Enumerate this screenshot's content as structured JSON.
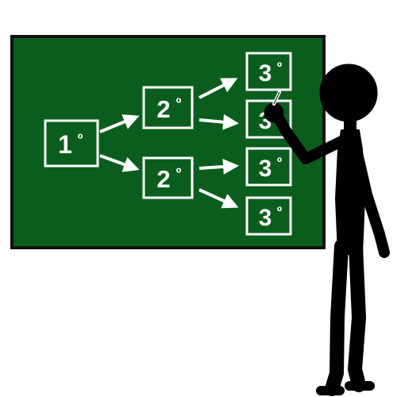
{
  "colors": {
    "board": "#0b5d1e",
    "frame": "#111111",
    "chalk": "#ffffff",
    "figure": "#000000"
  },
  "diagram": {
    "level1": {
      "number": "1",
      "ordinal": "º"
    },
    "level2": [
      {
        "number": "2",
        "ordinal": "º"
      },
      {
        "number": "2",
        "ordinal": "º"
      }
    ],
    "level3": [
      {
        "number": "3",
        "ordinal": "º"
      },
      {
        "number": "3",
        "ordinal": "º"
      },
      {
        "number": "3",
        "ordinal": "º"
      },
      {
        "number": "3",
        "ordinal": "º"
      }
    ]
  },
  "icons": {
    "figure": "stick-figure-teacher-icon",
    "chalk": "chalk-icon"
  }
}
